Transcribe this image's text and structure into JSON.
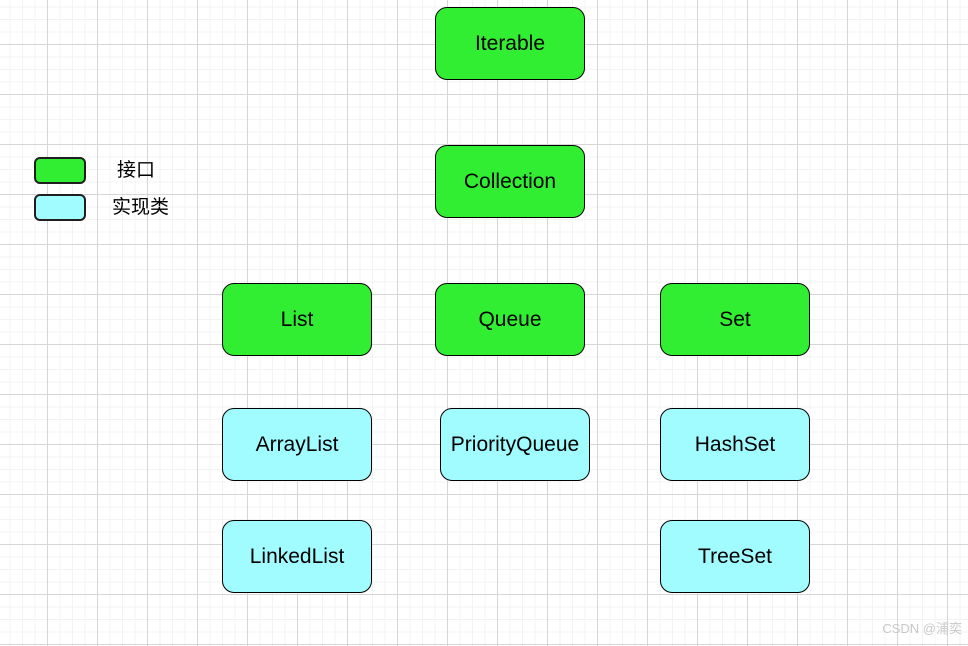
{
  "diagram": {
    "title_hint": "Java Collection hierarchy",
    "nodes": [
      {
        "id": "iterable",
        "label": "Iterable",
        "type": "interface"
      },
      {
        "id": "collection",
        "label": "Collection",
        "type": "interface"
      },
      {
        "id": "list",
        "label": "List",
        "type": "interface"
      },
      {
        "id": "queue",
        "label": "Queue",
        "type": "interface"
      },
      {
        "id": "set",
        "label": "Set",
        "type": "interface"
      },
      {
        "id": "arraylist",
        "label": "ArrayList",
        "type": "implementation"
      },
      {
        "id": "priorityqueue",
        "label": "PriorityQueue",
        "type": "implementation"
      },
      {
        "id": "hashset",
        "label": "HashSet",
        "type": "implementation"
      },
      {
        "id": "linkedlist",
        "label": "LinkedList",
        "type": "implementation"
      },
      {
        "id": "treeset",
        "label": "TreeSet",
        "type": "implementation"
      }
    ]
  },
  "legend": {
    "items": [
      {
        "label": "接口",
        "type": "interface",
        "color": "#32ee32"
      },
      {
        "label": "实现类",
        "type": "implementation",
        "color": "#a0fcff"
      }
    ]
  },
  "colors": {
    "interface_fill": "#32ee32",
    "implementation_fill": "#a0fcff",
    "node_border": "#000000",
    "grid_major": "#d6d6d6",
    "grid_minor": "#f3f3f3"
  },
  "watermark": "CSDN @浦奕"
}
